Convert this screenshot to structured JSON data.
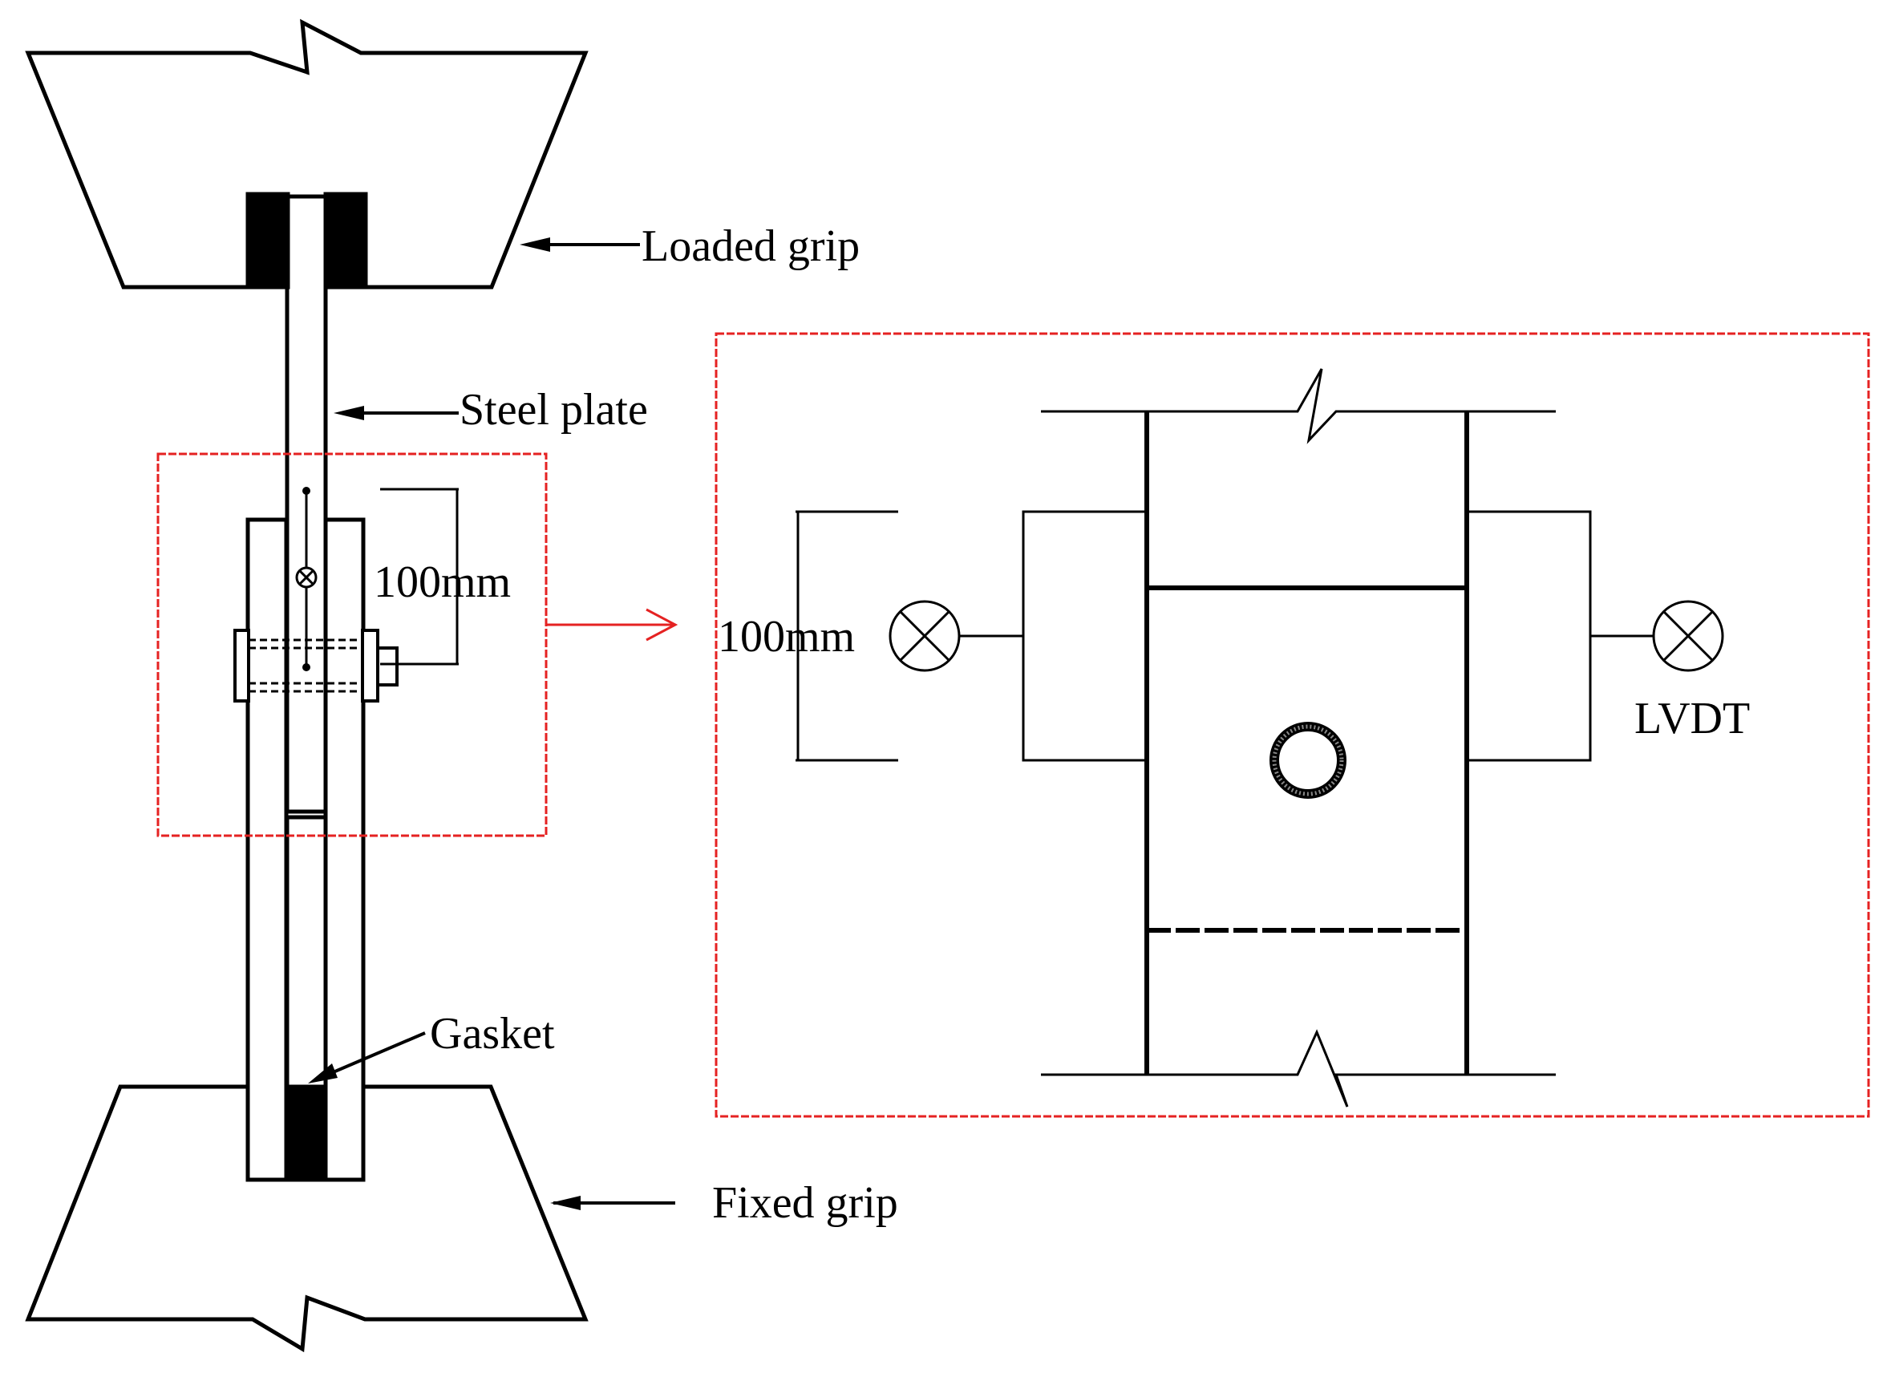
{
  "labels": {
    "loaded_grip": "Loaded grip",
    "steel_plate": "Steel plate",
    "dimension_left": "100mm",
    "dimension_detail": "100mm",
    "gasket": "Gasket",
    "fixed_grip": "Fixed grip",
    "lvdt": "LVDT"
  },
  "colors": {
    "line": "#000000",
    "highlight": "#e52222",
    "background": "#ffffff"
  }
}
